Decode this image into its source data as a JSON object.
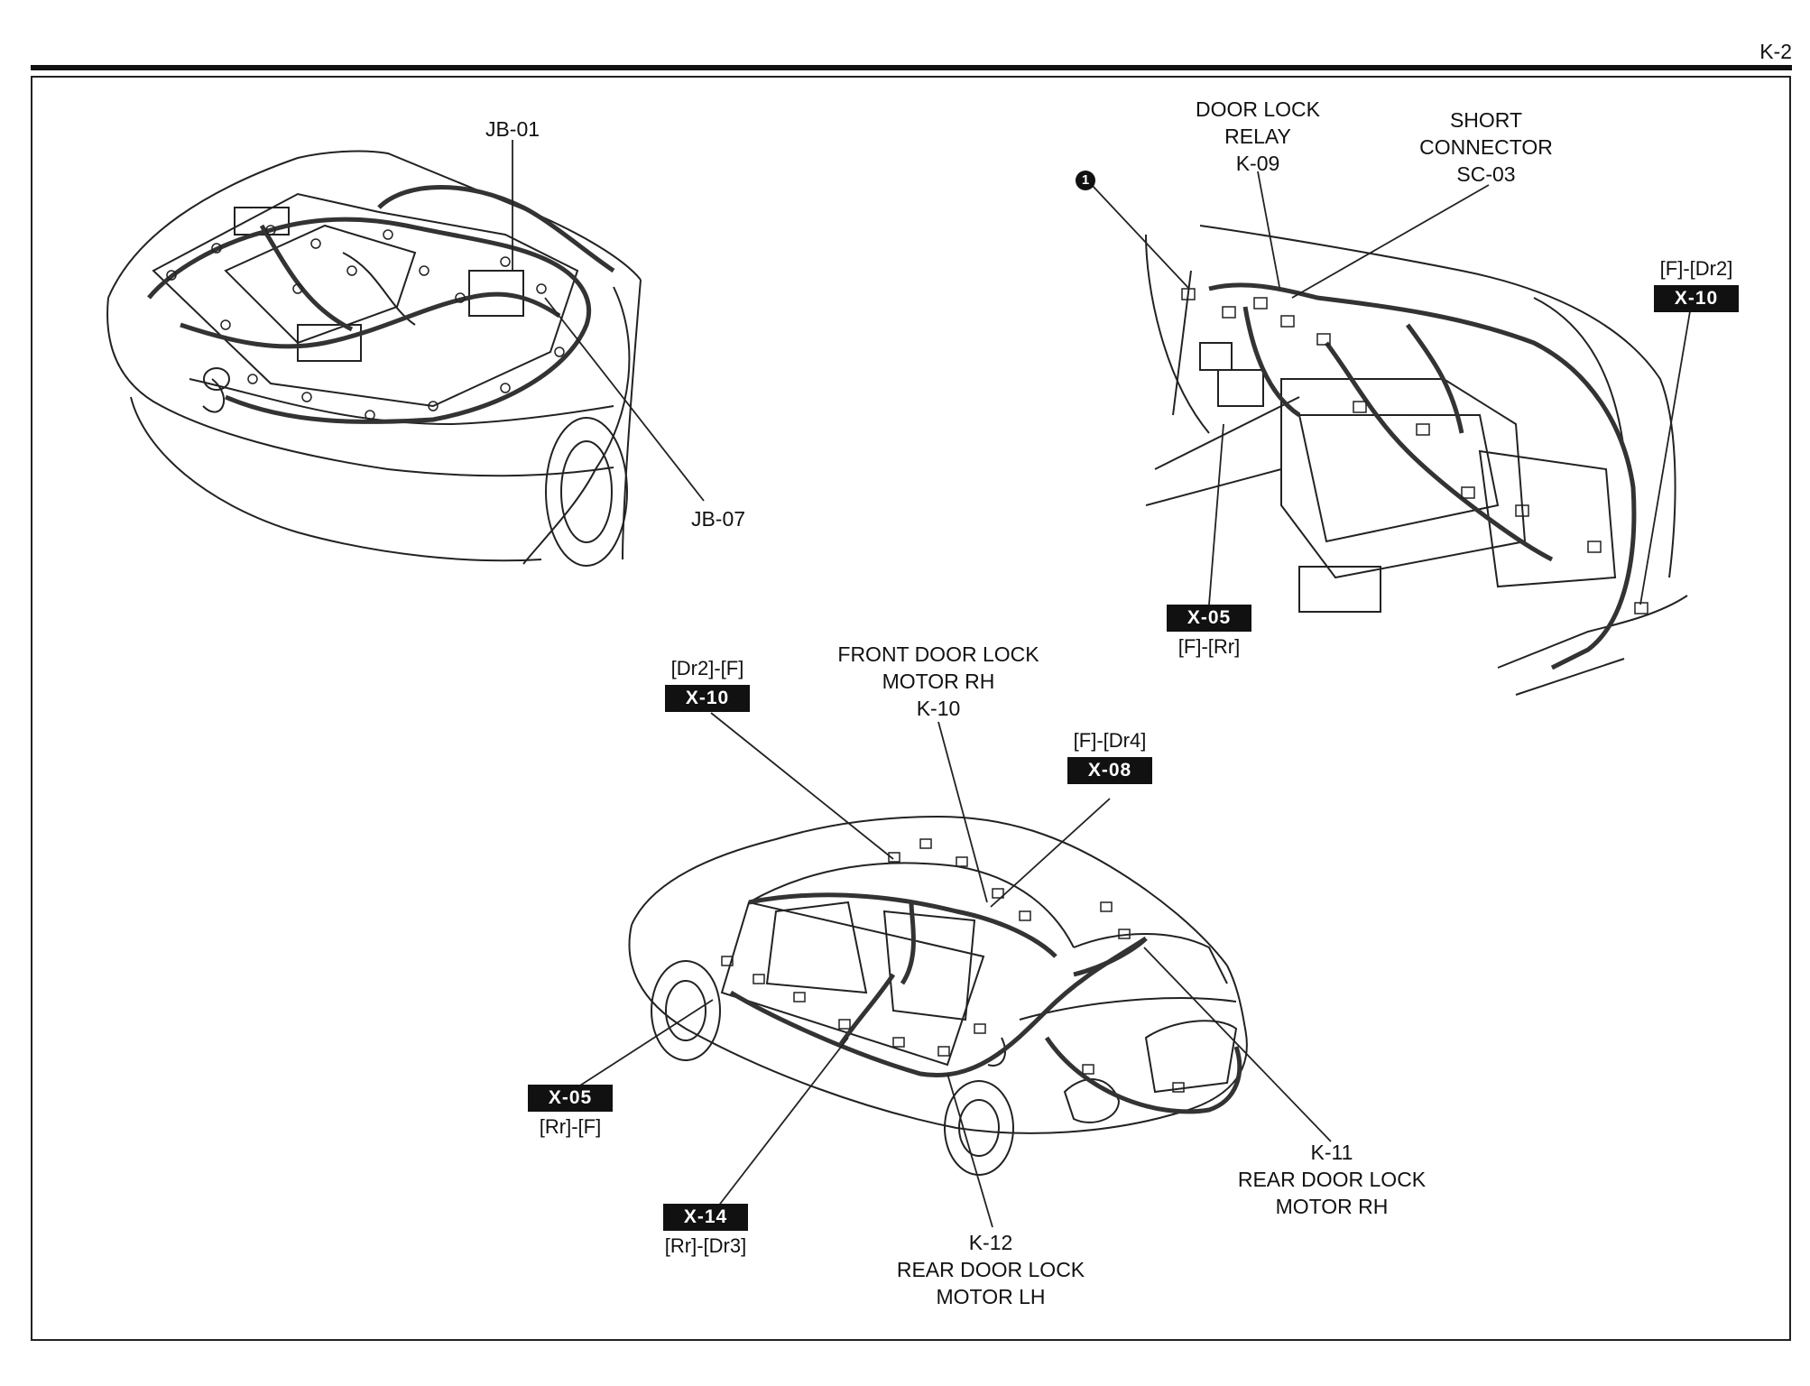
{
  "page": {
    "number": "K-2"
  },
  "callouts": {
    "jb01": "JB-01",
    "jb07": "JB-07",
    "door_lock_relay": [
      "DOOR LOCK",
      "RELAY",
      "K-09"
    ],
    "short_connector": [
      "SHORT",
      "CONNECTOR",
      "SC-03"
    ],
    "marker_1": "1",
    "front_door_lock_rh": [
      "FRONT DOOR LOCK",
      "MOTOR RH",
      "K-10"
    ],
    "rear_door_lock_rh": [
      "K-11",
      "REAR DOOR LOCK",
      "MOTOR RH"
    ],
    "rear_door_lock_lh": [
      "K-12",
      "REAR DOOR LOCK",
      "MOTOR LH"
    ]
  },
  "connectors": {
    "x10_top": {
      "code": "X-10",
      "route": "[F]-[Dr2]"
    },
    "x05_top": {
      "code": "X-05",
      "route": "[F]-[Rr]"
    },
    "x10_bottom": {
      "code": "X-10",
      "route": "[Dr2]-[F]"
    },
    "x08": {
      "code": "X-08",
      "route": "[F]-[Dr4]"
    },
    "x05_bottom": {
      "code": "X-05",
      "route": "[Rr]-[F]"
    },
    "x14": {
      "code": "X-14",
      "route": "[Rr]-[Dr3]"
    }
  }
}
